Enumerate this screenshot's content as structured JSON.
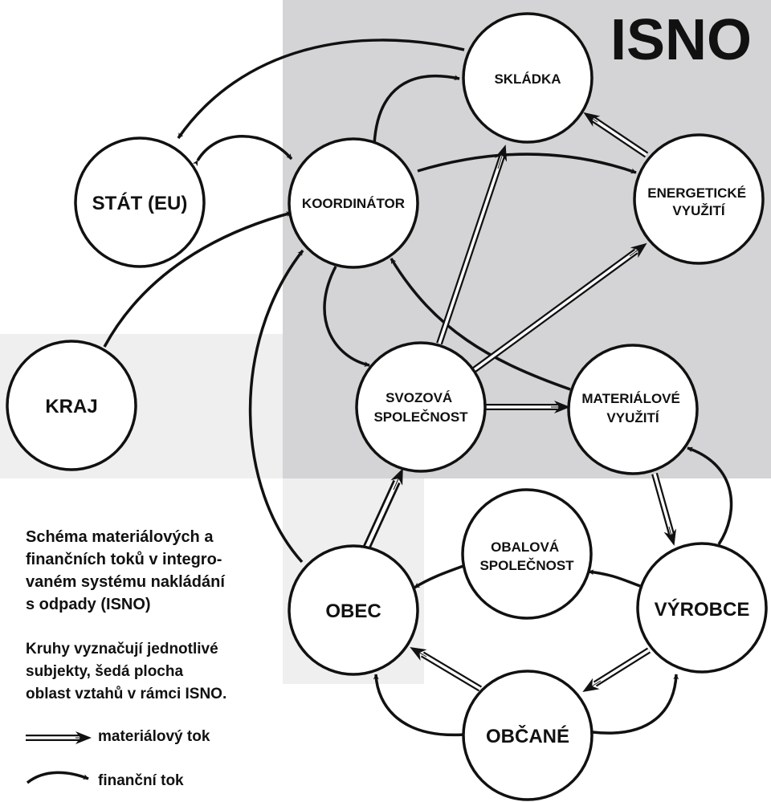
{
  "title": "ISNO",
  "nodes": {
    "skladka": [
      "SKLÁDKA"
    ],
    "stat": [
      "STÁT (EU)"
    ],
    "koordinator": [
      "KOORDINÁTOR"
    ],
    "energeticke": [
      "ENERGETICKÉ",
      "VYUŽITÍ"
    ],
    "kraj": [
      "KRAJ"
    ],
    "svozova": [
      "SVOZOVÁ",
      "SPOLEČNOST"
    ],
    "materialove": [
      "MATERIÁLOVÉ",
      "VYUŽITÍ"
    ],
    "obalova": [
      "OBALOVÁ",
      "SPOLEČNOST"
    ],
    "obec": [
      "OBEC"
    ],
    "vyrobce": [
      "VÝROBCE"
    ],
    "obcane": [
      "OBČANÉ"
    ]
  },
  "caption": {
    "title_lines": [
      "Schéma materiálových a",
      "finančních toků v integro-",
      "vaném systému nakládání",
      "s odpady (ISNO)"
    ],
    "note_lines": [
      "Kruhy vyznačují jednotlivé",
      "subjekty, šedá plocha",
      "oblast vztahů v rámci ISNO."
    ]
  },
  "legend": {
    "material": "materiálový tok",
    "financial": "finanční tok"
  },
  "colors": {
    "isno_area": "#d4d4d6",
    "light_area": "#efefef",
    "stroke": "#111111"
  }
}
